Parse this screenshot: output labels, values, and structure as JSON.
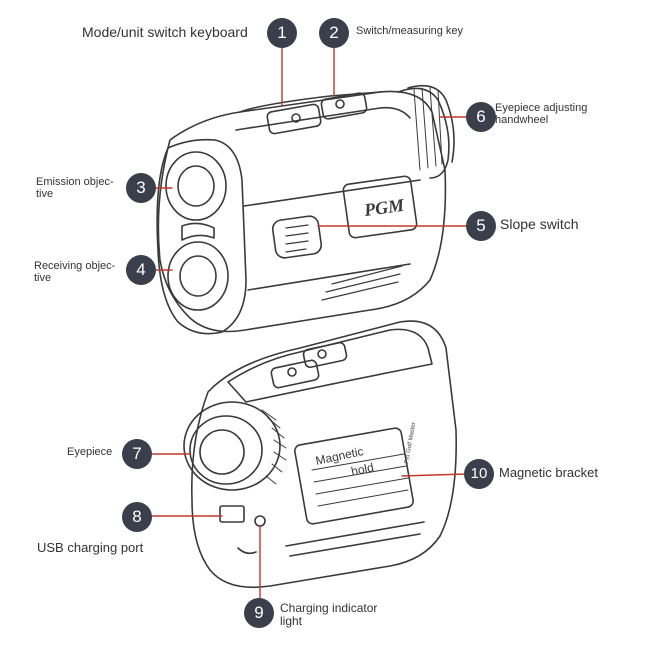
{
  "callouts": [
    {
      "num": "1",
      "label": "Mode/unit switch keyboard"
    },
    {
      "num": "2",
      "label": "Switch/measuring key"
    },
    {
      "num": "3",
      "label": "Emission objec-",
      "label2": "tive"
    },
    {
      "num": "4",
      "label": "Receiving objec-",
      "label2": "tive"
    },
    {
      "num": "5",
      "label": "Slope switch"
    },
    {
      "num": "6",
      "label": "Eyepiece adjusting",
      "label2": "handwheel"
    },
    {
      "num": "7",
      "label": "Eyepiece"
    },
    {
      "num": "8",
      "label": "USB charging port"
    },
    {
      "num": "9",
      "label": "Charging indicator",
      "label2": "light"
    },
    {
      "num": "10",
      "label": "Magnetic bracket"
    }
  ],
  "device": {
    "brand": "PGM",
    "side_text": "Pro Golf Master",
    "panel_text_1": "Magnetic",
    "panel_text_2": "hold"
  },
  "colors": {
    "badge": "#3a3f4b",
    "leader": "#c0392b",
    "outline": "#3a3a3a"
  }
}
